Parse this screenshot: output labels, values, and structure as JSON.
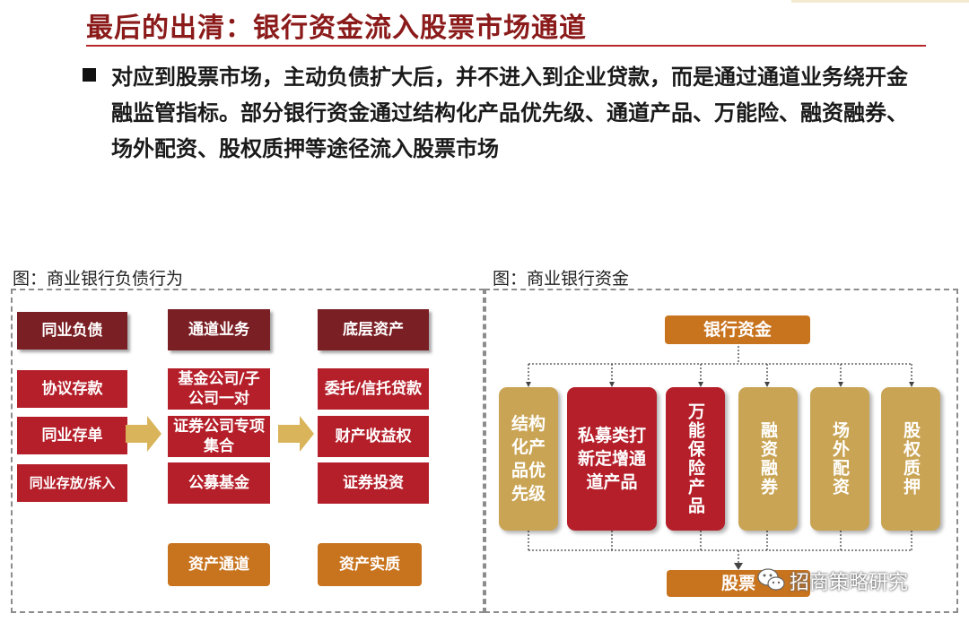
{
  "header": {
    "title": "最后的出清：银行资金流入股票市场通道",
    "bullet": "对应到股票市场，主动负债扩大后，并不进入到企业贷款，而是通过通道业务绕开金融监管指标。部分银行资金通过结构化产品优先级、通道产品、万能险、融资融券、场外配资、股权质押等途径流入股票市场"
  },
  "left_panel": {
    "caption": "图：商业银行负债行为",
    "col1": {
      "header": "同业负债",
      "items": [
        "协议存款",
        "同业存单",
        "同业存放/拆入"
      ]
    },
    "col2": {
      "header": "通道业务",
      "items": [
        "基金公司/子公司一对",
        "证券公司专项集合",
        "公募基金"
      ],
      "footer": "资产通道"
    },
    "col3": {
      "header": "底层资产",
      "items": [
        "委托/信托贷款",
        "财产收益权",
        "证券投资"
      ],
      "footer": "资产实质"
    }
  },
  "right_panel": {
    "caption": "图：商业银行资金",
    "source": "银行资金",
    "channels": [
      "结构化产品优先级",
      "私募类打新定增通道产品",
      "万能保险产品",
      "融资融券",
      "场外配资",
      "股权质押"
    ],
    "target": "股票"
  },
  "watermark": "招商策略研究",
  "colors": {
    "title": "#8b1a1a",
    "dark_red": "#7a1f24",
    "red": "#b51f2a",
    "orange": "#c8731e",
    "gold": "#c9a454",
    "arrow": "#d9b45a"
  }
}
